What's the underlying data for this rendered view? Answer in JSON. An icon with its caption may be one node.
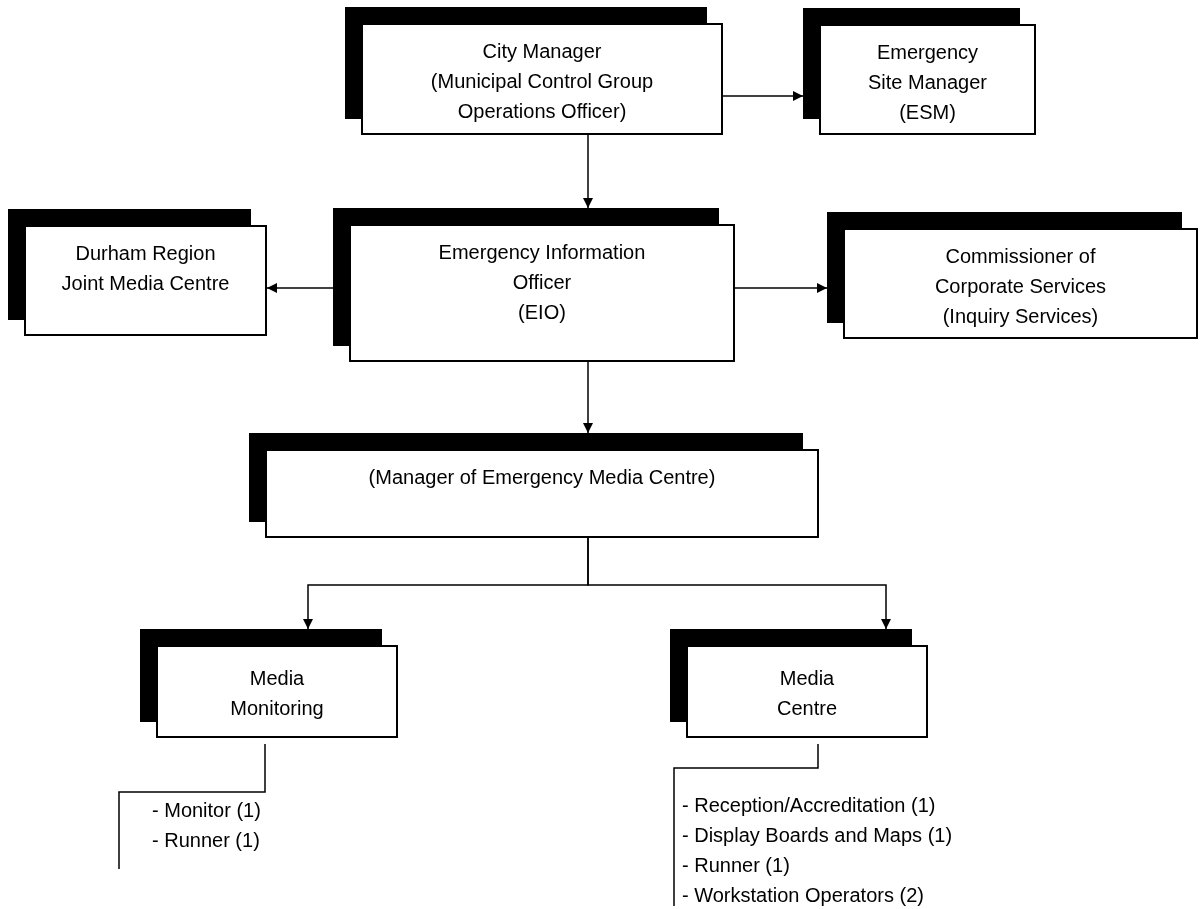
{
  "diagram": {
    "nodes": [
      {
        "text": [
          "City Manager",
          "(Municipal Control Group Operations Officer)"
        ]
      },
      {
        "text": [
          "Emergency Site Manager",
          "(ESM)"
        ]
      },
      {
        "text": [
          "Durham Region Joint Media Centre"
        ]
      },
      {
        "text": [
          "Emergency Information Officer",
          "(EIO)"
        ]
      },
      {
        "text": [
          "Commissioner of Corporate Services",
          "(Inquiry Services)"
        ]
      },
      {
        "text": [
          "(Manager of Emergency Media Centre)"
        ]
      },
      {
        "text": [
          "Media Monitoring"
        ]
      },
      {
        "text": [
          "Media Centre"
        ]
      },
      {
        "text": [
          "- Monitor (1)",
          "- Runner (1)"
        ]
      },
      {
        "text": [
          "- Reception/Accreditation (1)",
          "- Display Boards and Maps (1)",
          "- Runner (1)",
          "- Workstation Operators (2)"
        ]
      }
    ],
    "edges": [
      {
        "from": 0,
        "to": 1,
        "arrow": "to"
      },
      {
        "from": 0,
        "to": 3,
        "arrow": "to"
      },
      {
        "from": 3,
        "to": 2,
        "arrow": "to"
      },
      {
        "from": 3,
        "to": 4,
        "arrow": "to"
      },
      {
        "from": 3,
        "to": 5,
        "arrow": "to"
      },
      {
        "from": 5,
        "to": 6,
        "arrow": "to"
      },
      {
        "from": 5,
        "to": 7,
        "arrow": "to"
      },
      {
        "from": 6,
        "to": 8,
        "arrow": "none"
      },
      {
        "from": 7,
        "to": 9,
        "arrow": "none"
      }
    ]
  }
}
